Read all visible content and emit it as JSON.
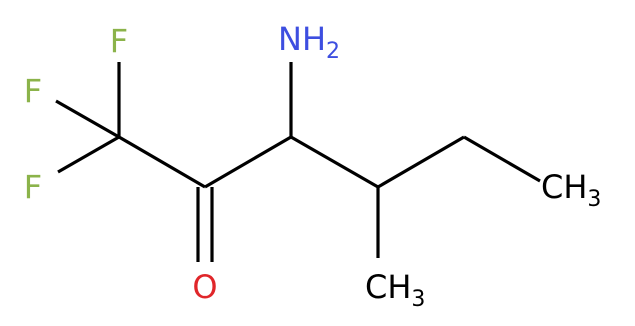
{
  "colors": {
    "fluorine": "#8bb34a",
    "nitrogen": "#3d4ee0",
    "oxygen": "#e0262a",
    "carbon": "#000000",
    "background": "#ffffff"
  },
  "atoms": {
    "f1": {
      "symbol": "F",
      "element": "fluorine"
    },
    "f2": {
      "symbol": "F",
      "element": "fluorine"
    },
    "f3": {
      "symbol": "F",
      "element": "fluorine"
    },
    "amino": {
      "symbol": "NH",
      "subscript": "2",
      "element": "nitrogen"
    },
    "oxygen": {
      "symbol": "O",
      "element": "oxygen"
    },
    "methyl_right": {
      "symbol": "CH",
      "subscript": "3",
      "element": "carbon"
    },
    "methyl_bottom": {
      "symbol": "CH",
      "subscript": "3",
      "element": "carbon"
    }
  }
}
